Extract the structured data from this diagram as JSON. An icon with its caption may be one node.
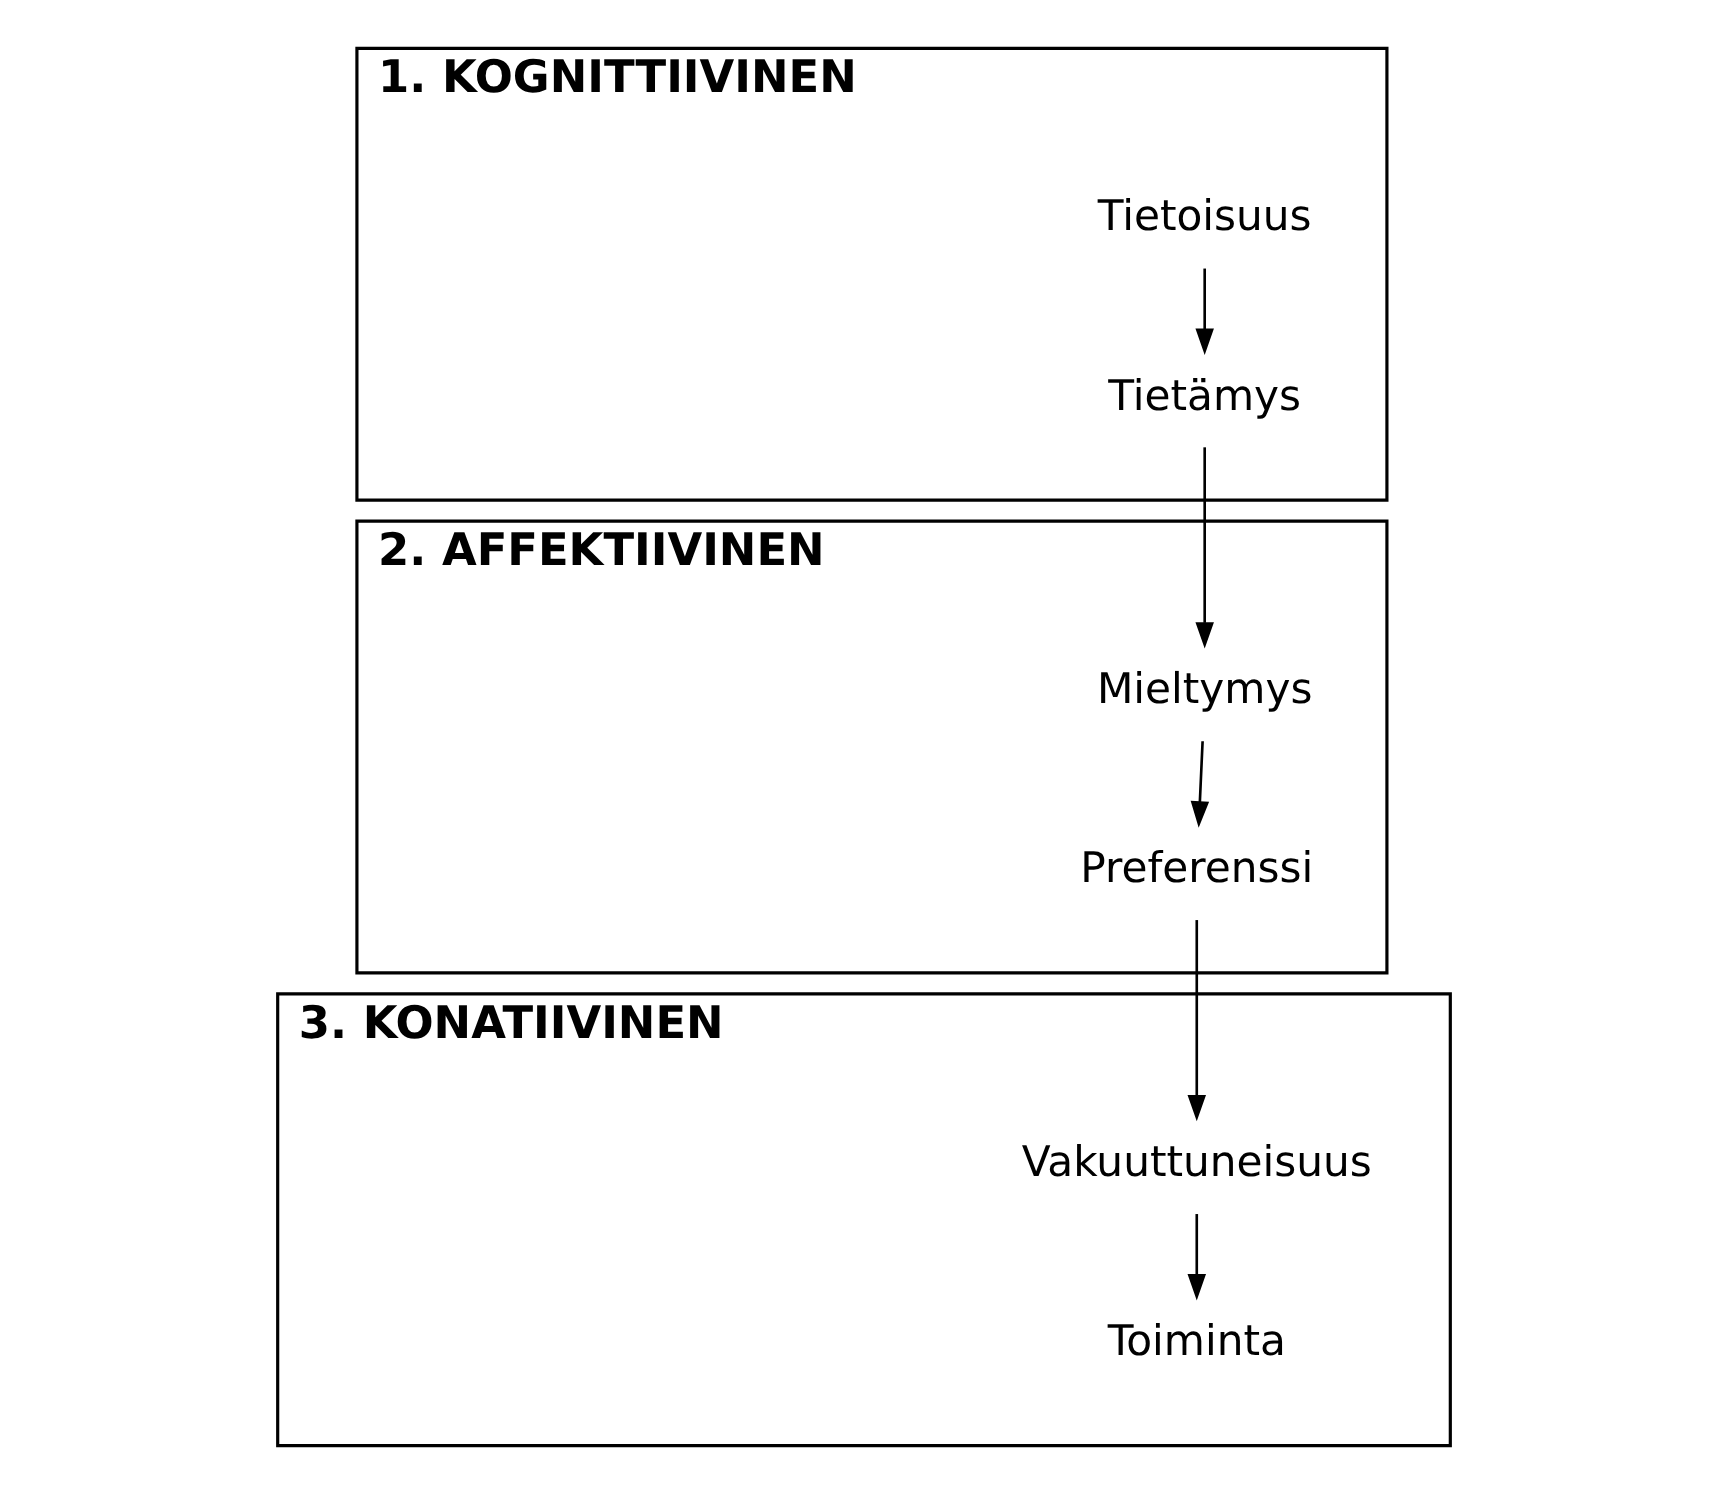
{
  "diagram": {
    "nodes": [
      {
        "text": [
          "1. KOGNITTIIVINEN"
        ]
      },
      {
        "text": [
          "Tietoisuus"
        ],
        "in": 0
      },
      {
        "text": [
          "Tietämys"
        ],
        "in": 0
      },
      {
        "text": [
          "2. AFFEKTIIVINEN"
        ]
      },
      {
        "text": [
          "Mieltymys"
        ],
        "in": 3
      },
      {
        "text": [
          "Preferenssi"
        ],
        "in": 3
      },
      {
        "text": [
          "3. KONATIIVINEN"
        ]
      },
      {
        "text": [
          "Vakuuttuneisuus"
        ],
        "in": 6
      },
      {
        "text": [
          "Toiminta"
        ],
        "in": 6
      }
    ],
    "edges": [
      {
        "from": 1,
        "to": 2,
        "arrow": "to"
      },
      {
        "from": 2,
        "to": 4,
        "arrow": "to"
      },
      {
        "from": 4,
        "to": 5,
        "arrow": "to"
      },
      {
        "from": 5,
        "to": 7,
        "arrow": "to"
      },
      {
        "from": 7,
        "to": 8,
        "arrow": "to"
      }
    ]
  }
}
